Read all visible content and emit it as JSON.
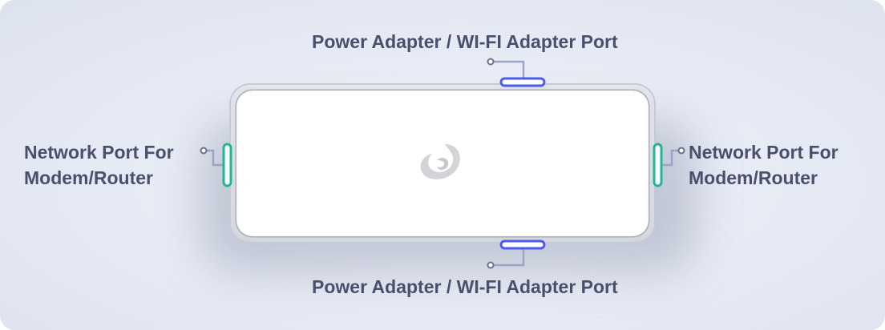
{
  "labels": {
    "top": "Power Adapter / WI-FI Adapter Port",
    "bottom": "Power Adapter / WI-FI Adapter Port",
    "left": [
      "Network Port For",
      "Modem/Router"
    ],
    "right": [
      "Network Port For",
      "Modem/Router"
    ]
  },
  "colors": {
    "power_port": "#4b5bef",
    "network_port": "#1fb79a",
    "callout_line": "#9ea3c6",
    "label_text": "#4a4f6e"
  },
  "icons": {
    "logo": "swirl-logo-icon"
  }
}
